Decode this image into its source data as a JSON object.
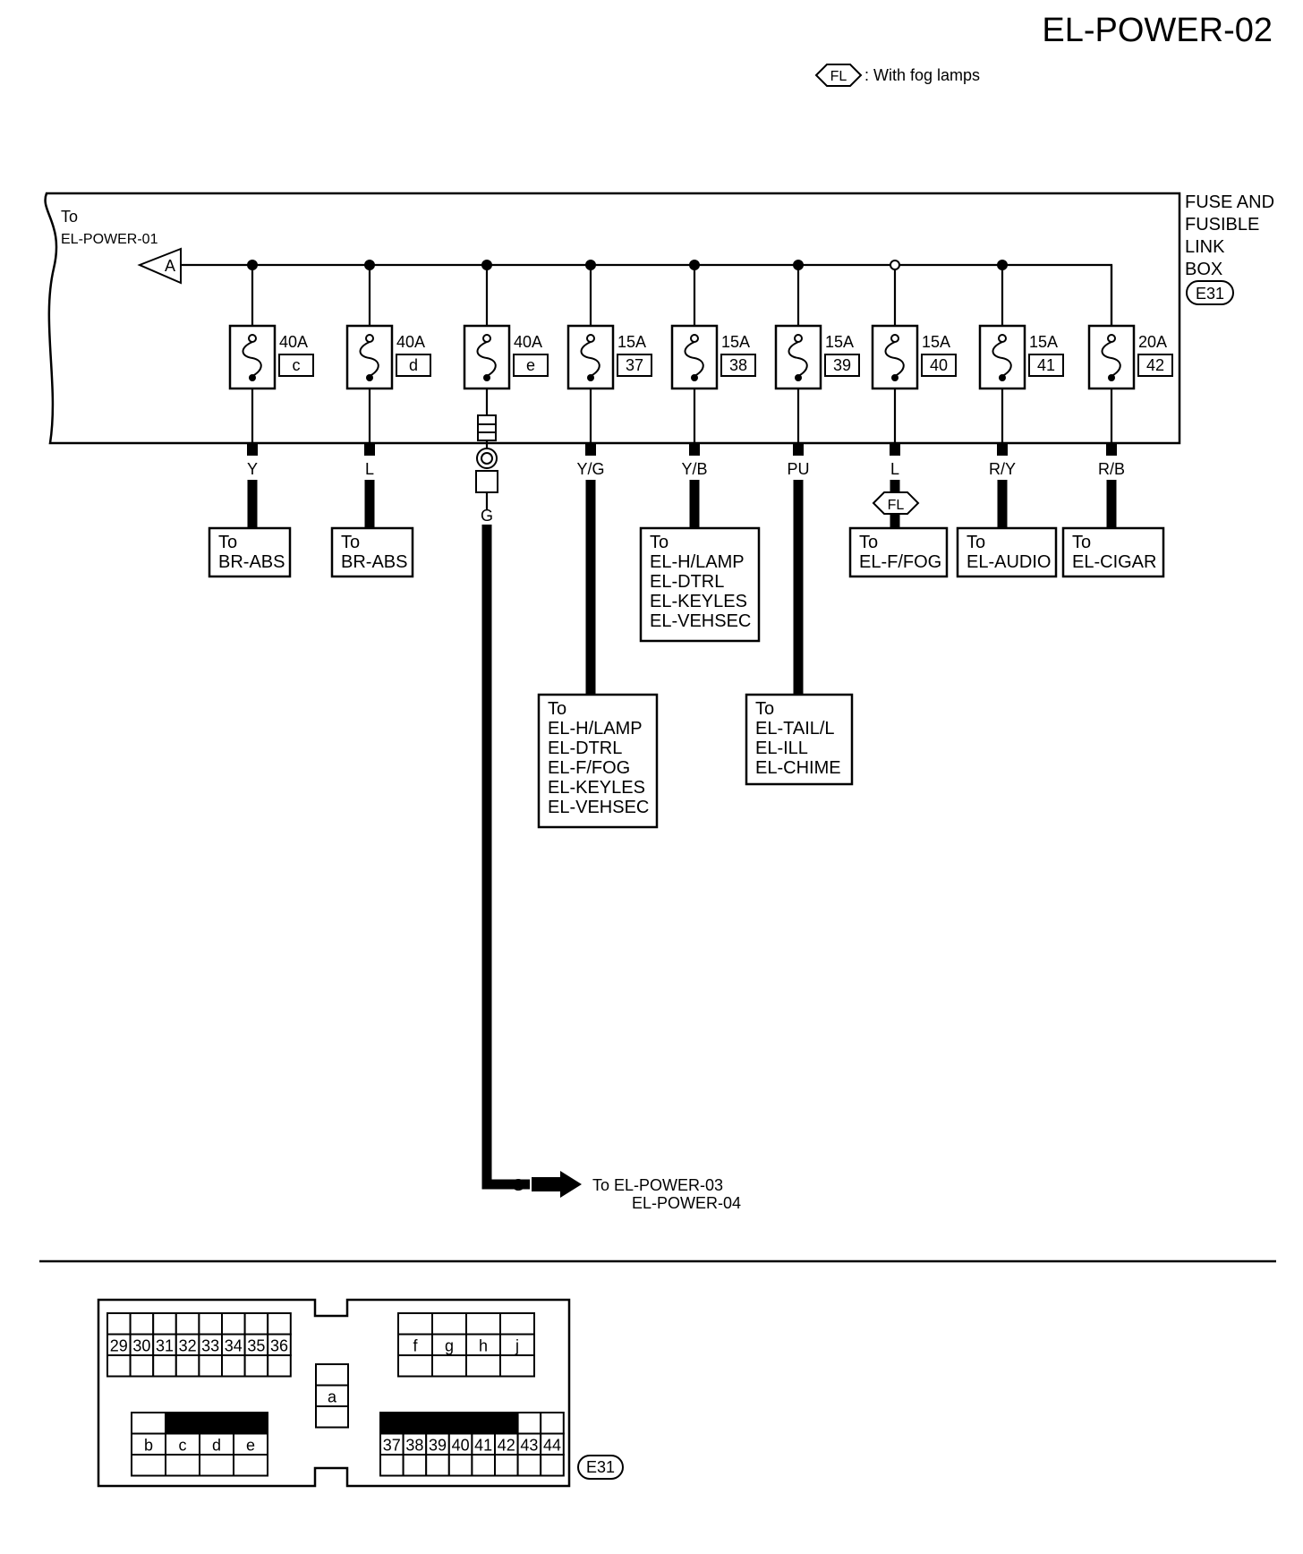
{
  "header": {
    "title": "EL-POWER-02",
    "legend_symbol": "FL",
    "legend_text": ": With fog lamps"
  },
  "fuse_box": {
    "name_lines": [
      "FUSE AND",
      "FUSIBLE",
      "LINK",
      "BOX"
    ],
    "connector": "E31"
  },
  "left_ref": {
    "to": "To",
    "target": "EL-POWER-01",
    "symbol": "A"
  },
  "fuses": [
    {
      "rating": "40A",
      "id": "c",
      "wire": "Y"
    },
    {
      "rating": "40A",
      "id": "d",
      "wire": "L"
    },
    {
      "rating": "40A",
      "id": "e",
      "wire": "G"
    },
    {
      "rating": "15A",
      "id": "37",
      "wire": "Y/G"
    },
    {
      "rating": "15A",
      "id": "38",
      "wire": "Y/B"
    },
    {
      "rating": "15A",
      "id": "39",
      "wire": "PU"
    },
    {
      "rating": "15A",
      "id": "40",
      "wire": "L"
    },
    {
      "rating": "15A",
      "id": "41",
      "wire": "R/Y"
    },
    {
      "rating": "20A",
      "id": "42",
      "wire": "R/B"
    }
  ],
  "destinations": {
    "y": [
      "To",
      "BR-ABS"
    ],
    "l": [
      "To",
      "BR-ABS"
    ],
    "yg": [
      "To",
      "EL-H/LAMP",
      "EL-DTRL",
      "EL-F/FOG",
      "EL-KEYLES",
      "EL-VEHSEC"
    ],
    "yb": [
      "To",
      "EL-H/LAMP",
      "EL-DTRL",
      "EL-KEYLES",
      "EL-VEHSEC"
    ],
    "pu": [
      "To",
      "EL-TAIL/L",
      "EL-ILL",
      "EL-CHIME"
    ],
    "fl": [
      "To",
      "EL-F/FOG"
    ],
    "ry": [
      "To",
      "EL-AUDIO"
    ],
    "rb": [
      "To",
      "EL-CIGAR"
    ],
    "fog_symbol": "FL",
    "g_wire_bottom": "G",
    "g_target_lines": [
      "To EL-POWER-03",
      "EL-POWER-04"
    ]
  },
  "connector_view": {
    "top_left": [
      "29",
      "30",
      "31",
      "32",
      "33",
      "34",
      "35",
      "36"
    ],
    "top_right": [
      "f",
      "g",
      "h",
      "j"
    ],
    "middle": [
      "a"
    ],
    "bottom_left": [
      "b",
      "c",
      "d",
      "e"
    ],
    "bottom_right": [
      "37",
      "38",
      "39",
      "40",
      "41",
      "42",
      "43",
      "44"
    ],
    "label": "E31"
  }
}
